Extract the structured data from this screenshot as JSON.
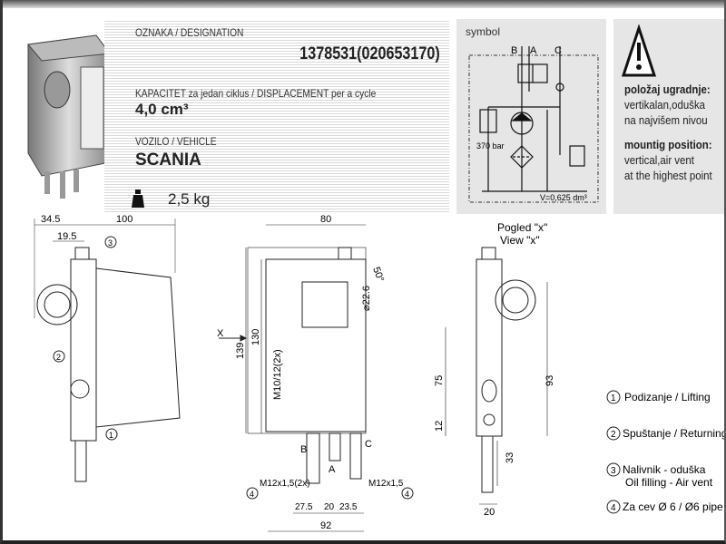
{
  "info": {
    "designation_label": "OZNAKA / DESIGNATION",
    "designation_value": "1378531(020653170)",
    "displacement_label": "KAPACITET za jedan ciklus / DISPLACEMENT per a cycle",
    "displacement_value": "4,0 cm³",
    "vehicle_label": "VOZILO / VEHICLE",
    "vehicle_value": "SCANIA",
    "weight_value": "2,5 kg"
  },
  "symbol": {
    "title": "symbol",
    "port_b": "B",
    "port_a": "A",
    "port_c": "C",
    "pressure": "370 bar",
    "volume": "V=0,625 dm³"
  },
  "warning": {
    "heading_local": "položaj ugradnje:",
    "text_local_1": "vertikalan,oduška",
    "text_local_2": "na najvišem nivou",
    "heading_en": "mountig position:",
    "text_en_1": "vertical,air vent",
    "text_en_2": "at the highest point"
  },
  "drawing": {
    "left": {
      "d1": "34.5",
      "d2": "100",
      "d3": "19.5",
      "c3": "3",
      "c2": "2",
      "c1": "1"
    },
    "middle": {
      "d80": "80",
      "angle": "50°",
      "dia": "⌀22.6",
      "x_arrow": "X",
      "d139": "139",
      "d130": "130",
      "thread": "M10/12(2x)",
      "b": "B",
      "a": "A",
      "c": "C",
      "m_left": "M12x1,5(2x)",
      "m_right": "M12x1,5",
      "d275": "27.5",
      "d20": "20",
      "d235": "23.5",
      "d92": "92",
      "c4": "4"
    },
    "right": {
      "view_local": "Pogled \"x\"",
      "view_en": "View \"x\"",
      "d75": "75",
      "d93": "93",
      "d12": "12",
      "d33": "33",
      "d20": "20"
    }
  },
  "legend": [
    {
      "num": "1",
      "text": "Podizanje / Lifting"
    },
    {
      "num": "2",
      "text": "Spuštanje / Returning"
    },
    {
      "num": "3",
      "text": "Nalivnik - oduška",
      "text2": "Oil filling - Air vent"
    },
    {
      "num": "4",
      "text": "Za cev Ø 6  / Ø6 pipe"
    }
  ]
}
